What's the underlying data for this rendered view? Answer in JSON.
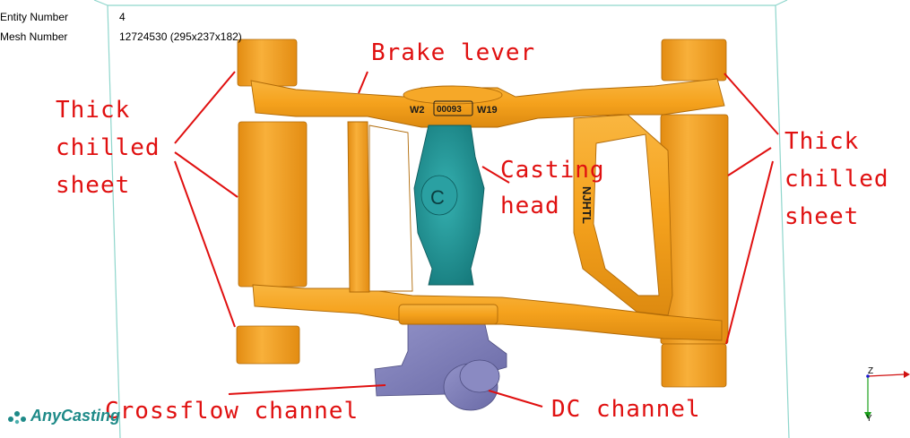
{
  "info": {
    "entity_label": "Entity Number",
    "entity_value": "4",
    "mesh_label": "Mesh Number",
    "mesh_value": "12724530 (295x237x182)"
  },
  "labels": {
    "brake_lever": "Brake lever",
    "thick_left": [
      "Thick",
      "chilled",
      "sheet"
    ],
    "thick_right": [
      "Thick",
      "chilled",
      "sheet"
    ],
    "casting_head": [
      "Casting",
      "head"
    ],
    "crossflow": "Crossflow channel",
    "dc": "DC channel"
  },
  "part_marks": {
    "left": "W2",
    "center": "00093",
    "right": "W19",
    "side": "NJHTL",
    "head": "C"
  },
  "logo": {
    "text": "AnyCasting",
    "icon": "anycasting-logo-icon"
  },
  "axis": {
    "z": "Z",
    "y": "Y"
  },
  "colors": {
    "casting": "#f5a21d",
    "head": "#1f9294",
    "channel": "#7f7fb8",
    "annotation": "#e01010",
    "domain_box": "#8fd6cc"
  }
}
